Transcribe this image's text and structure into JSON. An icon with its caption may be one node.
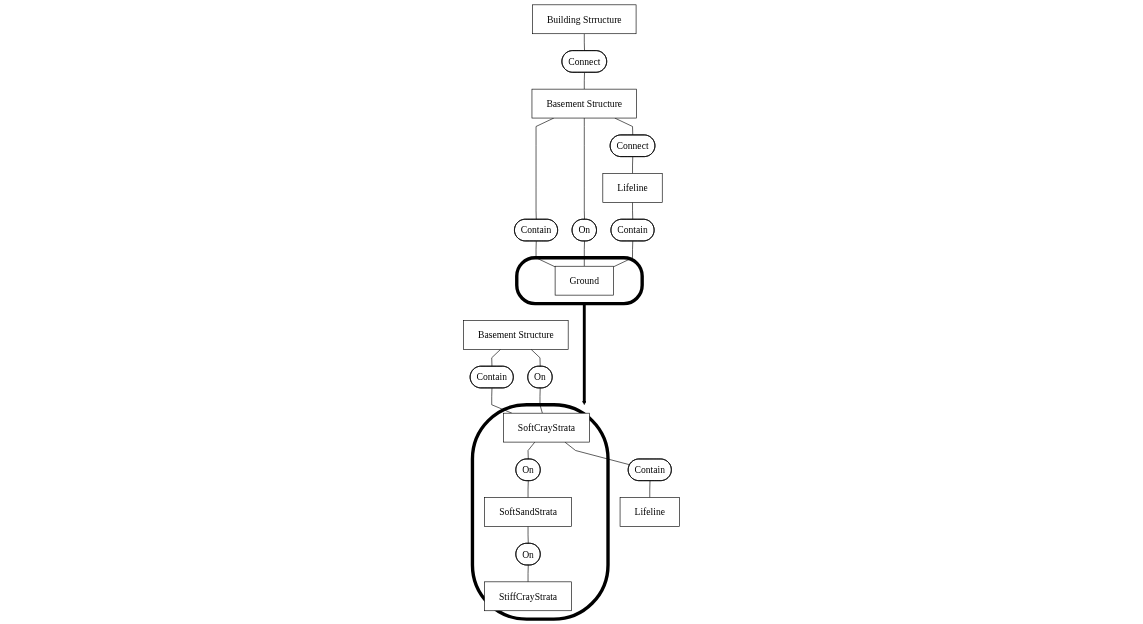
{
  "diagram": {
    "nodes": [
      {
        "text": [
          "Building Strructure"
        ]
      },
      {
        "text": [
          "Connect"
        ]
      },
      {
        "text": [
          "Basement Structure"
        ]
      },
      {
        "text": [
          "Connect"
        ]
      },
      {
        "text": [
          "Contain"
        ]
      },
      {
        "text": [
          "On"
        ]
      },
      {
        "text": [
          "Lifeline"
        ]
      },
      {
        "text": [],
        "shape": "ellipse"
      },
      {
        "text": [
          "Ground"
        ],
        "in": 7
      },
      {
        "text": [
          "Contain"
        ]
      },
      {
        "text": [
          "Basement Structure"
        ]
      },
      {
        "text": [
          "Contain"
        ]
      },
      {
        "text": [
          "On"
        ]
      },
      {
        "text": [],
        "shape": "ellipse"
      },
      {
        "text": [
          "SoftCrayStrata"
        ],
        "in": 13
      },
      {
        "text": [
          "On"
        ],
        "in": 13
      },
      {
        "text": [
          "SoftSandStrata"
        ],
        "in": 13
      },
      {
        "text": [
          "On"
        ],
        "in": 13
      },
      {
        "text": [
          "StiffCrayStrata"
        ],
        "in": 13
      },
      {
        "text": [
          "Contain"
        ]
      },
      {
        "text": [
          "Lifeline"
        ]
      }
    ],
    "edges": [
      {
        "from": 0,
        "to": 1,
        "arrow": "none"
      },
      {
        "from": 1,
        "to": 2,
        "arrow": "none"
      },
      {
        "from": 2,
        "to": 3,
        "arrow": "none"
      },
      {
        "from": 3,
        "to": 6,
        "arrow": "none"
      },
      {
        "from": 2,
        "to": 4,
        "arrow": "none"
      },
      {
        "from": 4,
        "to": 8,
        "arrow": "none"
      },
      {
        "from": 2,
        "to": 5,
        "arrow": "none"
      },
      {
        "from": 5,
        "to": 8,
        "arrow": "none"
      },
      {
        "from": 6,
        "to": 9,
        "arrow": "none"
      },
      {
        "from": 9,
        "to": 8,
        "arrow": "none"
      },
      {
        "from": 7,
        "to": 13,
        "arrow": "to",
        "style": "thick"
      },
      {
        "from": 10,
        "to": 11,
        "arrow": "none"
      },
      {
        "from": 11,
        "to": 14,
        "arrow": "none"
      },
      {
        "from": 10,
        "to": 12,
        "arrow": "none"
      },
      {
        "from": 12,
        "to": 14,
        "arrow": "none"
      },
      {
        "from": 14,
        "to": 15,
        "arrow": "none"
      },
      {
        "from": 15,
        "to": 16,
        "arrow": "none"
      },
      {
        "from": 16,
        "to": 17,
        "arrow": "none"
      },
      {
        "from": 17,
        "to": 18,
        "arrow": "none"
      },
      {
        "from": 14,
        "to": 19,
        "arrow": "none"
      },
      {
        "from": 19,
        "to": 20,
        "arrow": "none"
      }
    ]
  }
}
